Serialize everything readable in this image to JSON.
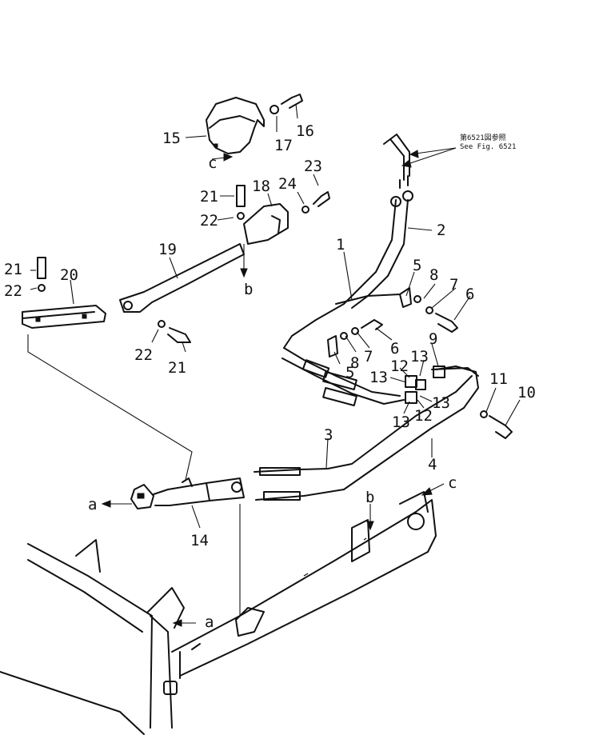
{
  "note": {
    "line1": "第6521図参照",
    "line2": "See Fig. 6521"
  },
  "callouts": {
    "n1": "1",
    "n2": "2",
    "n3": "3",
    "n4": "4",
    "n5a": "5",
    "n5b": "5",
    "n6a": "6",
    "n6b": "6",
    "n7a": "7",
    "n7b": "7",
    "n8a": "8",
    "n8b": "8",
    "n9": "9",
    "n10": "10",
    "n11": "11",
    "n12a": "12",
    "n12b": "12",
    "n13a": "13",
    "n13b": "13",
    "n13c": "13",
    "n13d": "13",
    "n14": "14",
    "n15": "15",
    "n16": "16",
    "n17": "17",
    "n18": "18",
    "n19": "19",
    "n20": "20",
    "n21a": "21",
    "n21b": "21",
    "n21c": "21",
    "n22a": "22",
    "n22b": "22",
    "n22c": "22",
    "n23": "23",
    "n24": "24"
  },
  "refs": {
    "a1": "a",
    "a2": "a",
    "b1": "b",
    "b2": "b",
    "c1": "c",
    "c2": "c"
  }
}
